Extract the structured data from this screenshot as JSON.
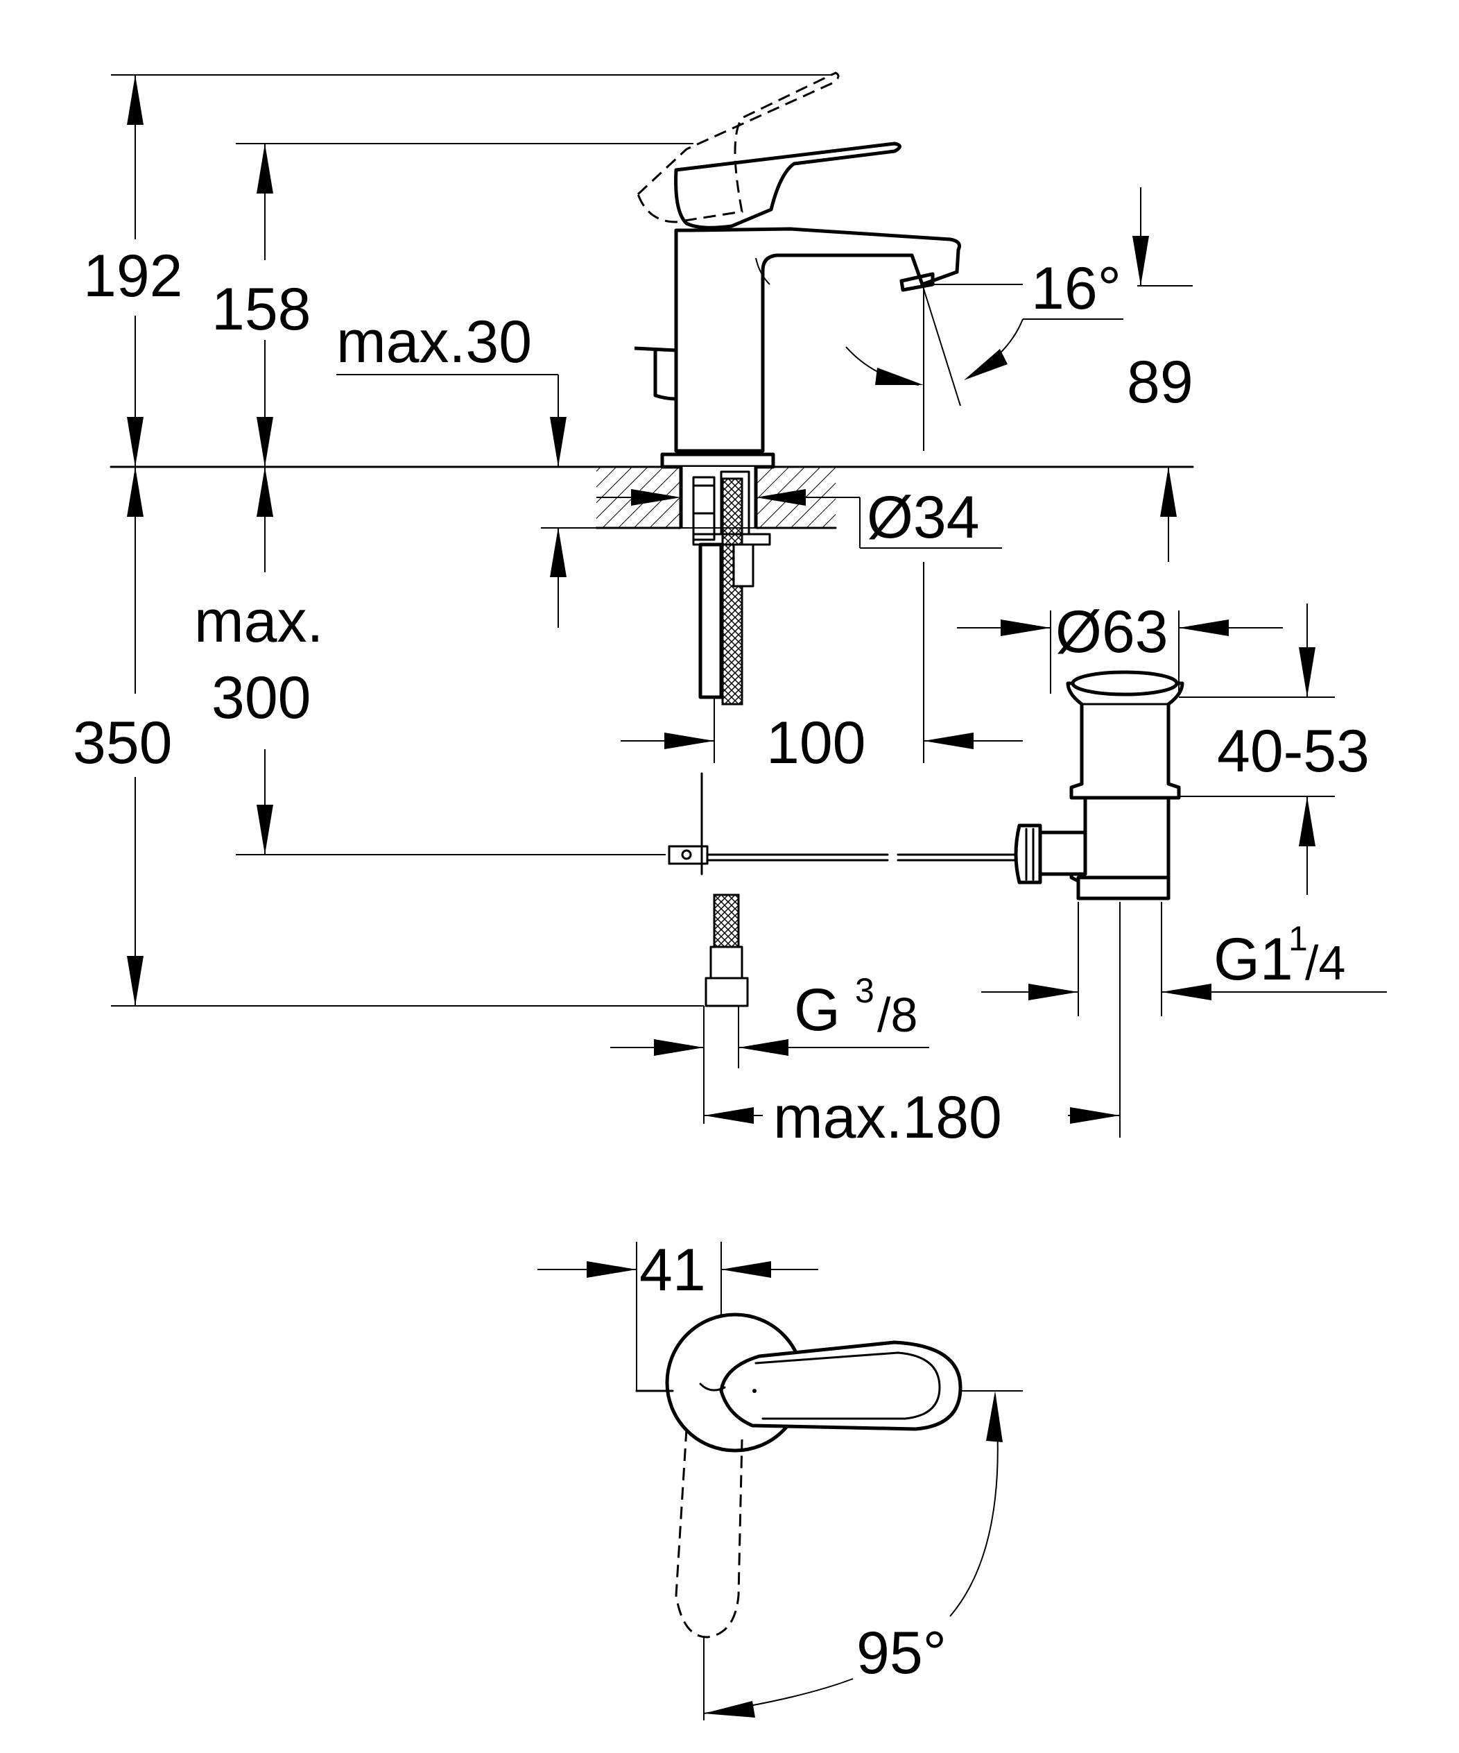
{
  "dimensions": {
    "height_192": "192",
    "height_158": "158",
    "max_30": "max.30",
    "angle_16": "16°",
    "spout_89": "89",
    "dia_34": "Ø34",
    "max_300_line1": "max.",
    "max_300_line2": "300",
    "depth_350": "350",
    "reach_100": "100",
    "dia_63": "Ø63",
    "range_40_53": "40-53",
    "thread_g1_main": "G1",
    "thread_g1_num": "1",
    "thread_g1_den": "/4",
    "thread_g38_main": "G",
    "thread_g38_num": "3",
    "thread_g38_den": "/8",
    "max_180": "max.180",
    "width_41": "41",
    "angle_95": "95°"
  }
}
